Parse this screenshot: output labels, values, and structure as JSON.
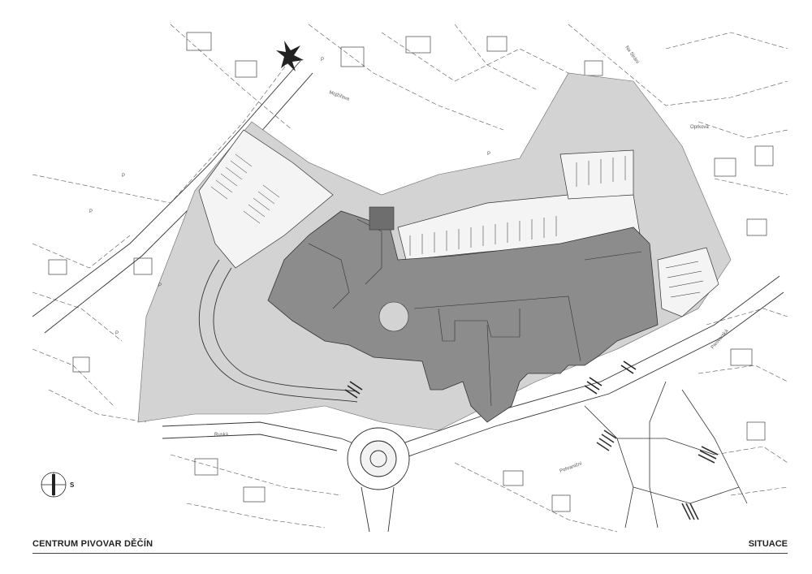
{
  "project_title": "CENTRUM PIVOVAR DĚČÍN",
  "sheet_title": "SITUACE",
  "north_arrow_label": "S",
  "parking_symbol": "P",
  "street_labels": [
    "Ruská",
    "Pivovarská",
    "Oprkova",
    "Mojžířova",
    "Na Stráni",
    "Pohraniční"
  ],
  "colors": {
    "building": "#8c8c8c",
    "plot": "#d3d3d3",
    "lines": "#444444"
  }
}
